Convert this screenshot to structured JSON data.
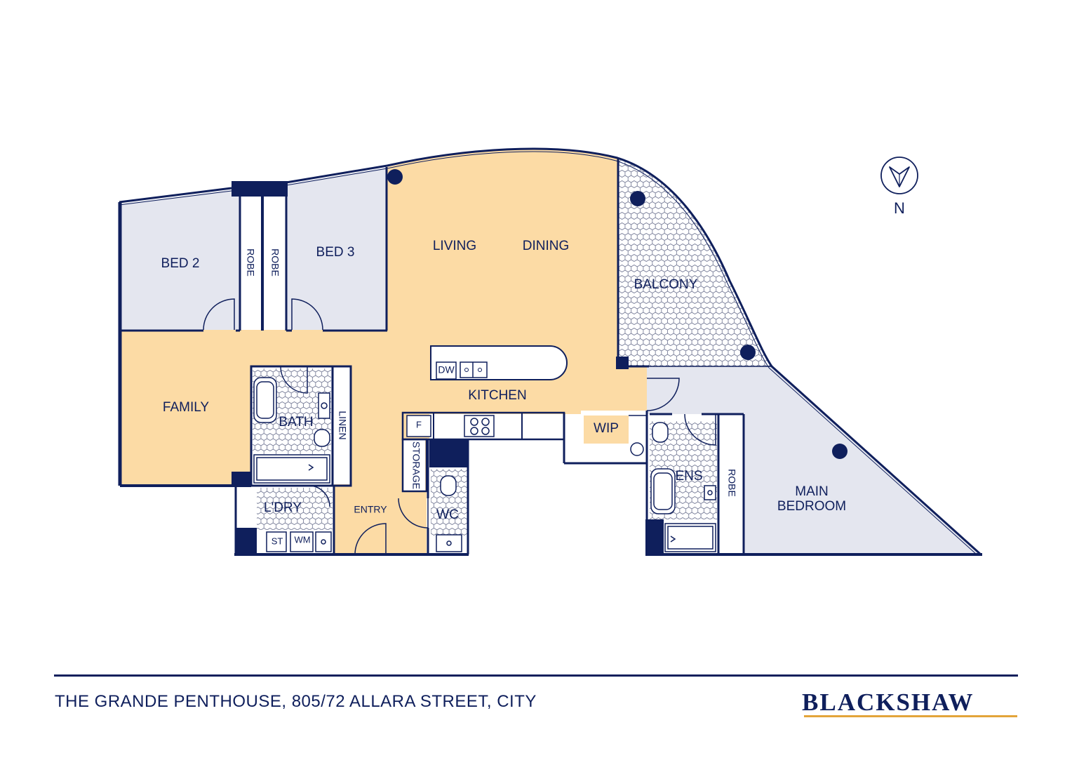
{
  "rooms": {
    "bed2": "BED 2",
    "robe1": "ROBE",
    "robe2": "ROBE",
    "bed3": "BED 3",
    "living": "LIVING",
    "dining": "DINING",
    "balcony": "BALCONY",
    "family": "FAMILY",
    "bath": "BATH",
    "linen": "LINEN",
    "kitchen": "KITCHEN",
    "dw": "DW",
    "fridge": "F",
    "storage": "STORAGE",
    "wip": "WIP",
    "ldry": "L'DRY",
    "st": "ST",
    "wm": "WM",
    "entry": "ENTRY",
    "wc": "WC",
    "ens": "ENS",
    "robe3": "ROBE",
    "main_bedroom_line1": "MAIN",
    "main_bedroom_line2": "BEDROOM"
  },
  "compass": {
    "label": "N"
  },
  "footer": {
    "address": "THE GRANDE PENTHOUSE, 805/72 ALLARA STREET, CITY",
    "brand": "BLACKSHAW"
  },
  "colors": {
    "navy": "#0f1f5c",
    "living_zone": "#fcdba5",
    "bedroom_zone": "#e4e6ef",
    "wet_area": "#ffffff",
    "brand_accent": "#e3a43a"
  }
}
